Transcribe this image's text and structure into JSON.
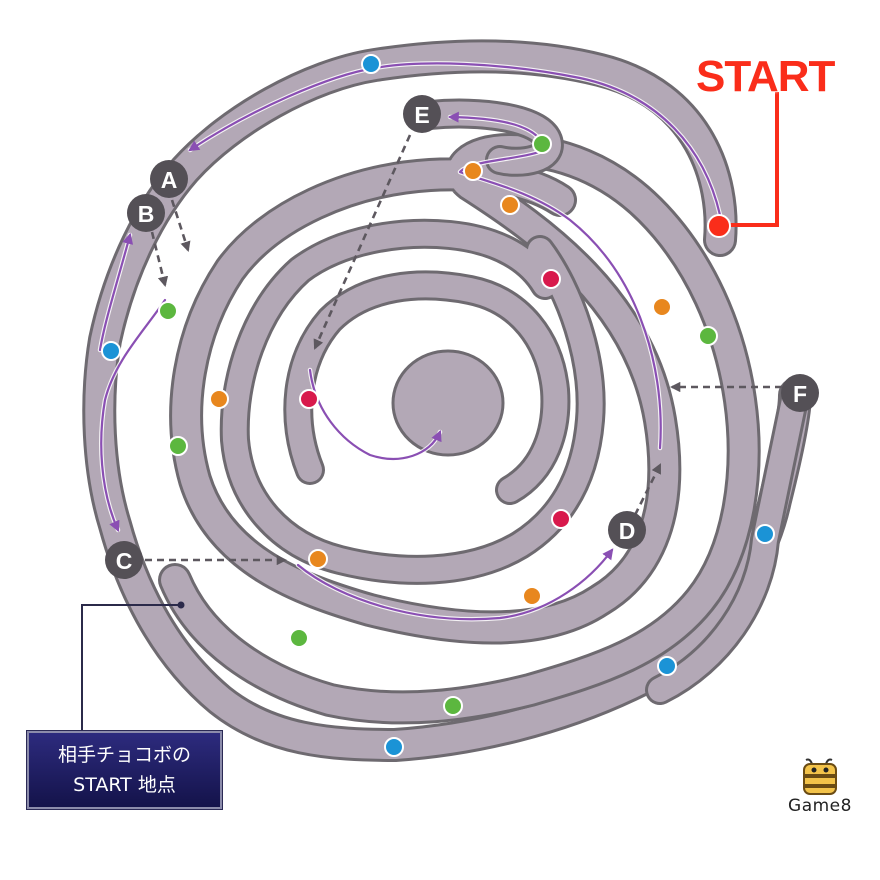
{
  "start": {
    "label": "START",
    "color": "#fa2d1a"
  },
  "rival_start": {
    "line1": "相手チョコボの",
    "line2": "START 地点"
  },
  "markers": [
    "A",
    "B",
    "C",
    "D",
    "E",
    "F"
  ],
  "logo": {
    "text": "Game8",
    "icon": "bee-mascot-icon"
  },
  "colors": {
    "track": "#b3a8b6",
    "track_edge": "#6e6a70",
    "route": "#8a4fb3",
    "shortcut": "#5d585f",
    "start_line": "#fa2d1a",
    "items": {
      "blue": "#1b93d6",
      "green": "#5cb73f",
      "orange": "#e8871e",
      "red": "#d8194c"
    }
  }
}
